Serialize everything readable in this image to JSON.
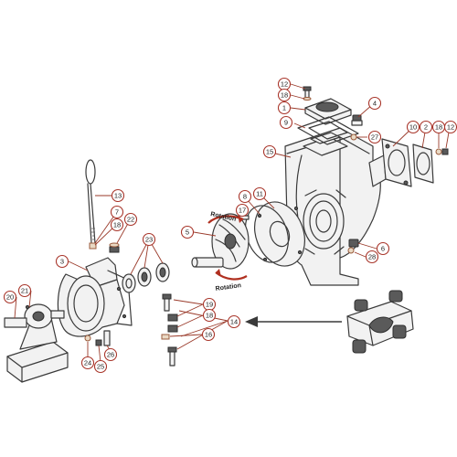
{
  "rotation_labels": [
    "Rotation",
    "Rotation"
  ],
  "callouts": [
    {
      "id": "c12a",
      "label": "12"
    },
    {
      "id": "c18a",
      "label": "18"
    },
    {
      "id": "c1",
      "label": "1"
    },
    {
      "id": "c9",
      "label": "9"
    },
    {
      "id": "c4",
      "label": "4"
    },
    {
      "id": "c27",
      "label": "27"
    },
    {
      "id": "c10",
      "label": "10"
    },
    {
      "id": "c2",
      "label": "2"
    },
    {
      "id": "c18b",
      "label": "18"
    },
    {
      "id": "c12b",
      "label": "12"
    },
    {
      "id": "c15",
      "label": "15"
    },
    {
      "id": "c13",
      "label": "13"
    },
    {
      "id": "c7",
      "label": "7"
    },
    {
      "id": "c22",
      "label": "22"
    },
    {
      "id": "c18c",
      "label": "18"
    },
    {
      "id": "c17",
      "label": "17"
    },
    {
      "id": "c8",
      "label": "8"
    },
    {
      "id": "c11",
      "label": "11"
    },
    {
      "id": "c5",
      "label": "5"
    },
    {
      "id": "c23",
      "label": "23"
    },
    {
      "id": "c6",
      "label": "6"
    },
    {
      "id": "c28",
      "label": "28"
    },
    {
      "id": "c3",
      "label": "3"
    },
    {
      "id": "c20",
      "label": "20"
    },
    {
      "id": "c21",
      "label": "21"
    },
    {
      "id": "c19",
      "label": "19"
    },
    {
      "id": "c18d",
      "label": "18"
    },
    {
      "id": "c14",
      "label": "14"
    },
    {
      "id": "c16",
      "label": "16"
    },
    {
      "id": "c24",
      "label": "24"
    },
    {
      "id": "c25",
      "label": "25"
    },
    {
      "id": "c26",
      "label": "26"
    }
  ]
}
